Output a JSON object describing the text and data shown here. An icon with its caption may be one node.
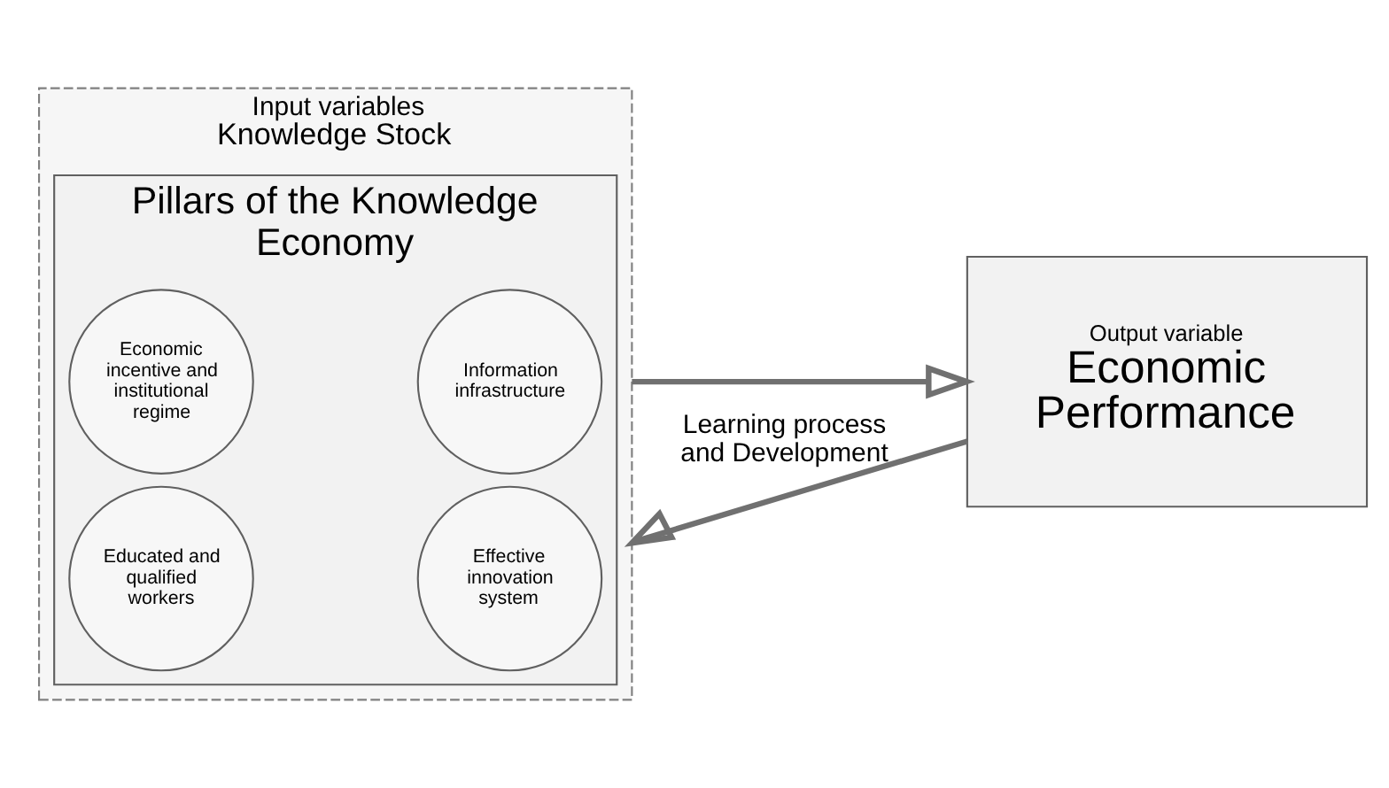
{
  "diagram": {
    "nodes": [
      {
        "text": [
          "Input variables",
          "Knowledge Stock"
        ]
      },
      {
        "text": [
          "Pillars of the Knowledge Economy"
        ],
        "in": 0
      },
      {
        "text": [
          "Economic incentive and institutional regime"
        ],
        "in": 1
      },
      {
        "text": [
          "Information infrastructure"
        ],
        "in": 1
      },
      {
        "text": [
          "Educated and qualified workers"
        ],
        "in": 1
      },
      {
        "text": [
          "Effective innovation system"
        ],
        "in": 1
      },
      {
        "text": [
          "Output variable",
          "Economic Performance"
        ]
      }
    ],
    "edges": [
      {
        "from": 0,
        "to": 6,
        "arrow": "to"
      },
      {
        "from": 6,
        "to": 0,
        "arrow": "to",
        "label": "Learning process and Development"
      }
    ]
  }
}
